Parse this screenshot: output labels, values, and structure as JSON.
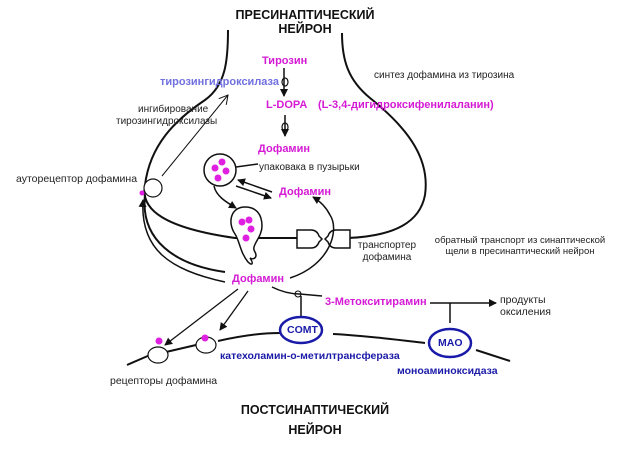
{
  "titles": {
    "presynaptic": [
      "ПРЕСИНАПТИЧЕСКИЙ",
      "НЕЙРОН"
    ],
    "postsynaptic": [
      "ПОСТСИНАПТИЧЕСКИЙ",
      "НЕЙРОН"
    ]
  },
  "chemicals": {
    "tyrosine": "Тирозин",
    "ldopa": "L-DOPA",
    "ldopa_full": "(L-3,4-дигидроксифенилаланин)",
    "dopamine_synth": "Дофамин",
    "dopamine_cytosol": "Дофамин",
    "dopamine_cleft": "Дофамин",
    "methoxytyramine": "3-Метокситирамин"
  },
  "enzymes": {
    "tyrosine_hydroxylase": "тирозингидроксилаза",
    "comt_abbr": "COMT",
    "comt_full": "катехоламин-о-метилтрансфераза",
    "mao_abbr": "MAO",
    "mao_full": "моноаминоксидаза"
  },
  "notes": {
    "synthesis": "синтез дофамина из тирозина",
    "inhibition": [
      "ингибирование",
      "тирозингидроксилазы"
    ],
    "autoreceptor": "ауторецептор дофамина",
    "packaging": "упаковака в пузырьки",
    "transporter": [
      "транспортер",
      "дофамина"
    ],
    "reuptake": [
      "обратный транспорт из синаптической",
      "щели в пресинаптический нейрон"
    ],
    "oxidation_products": [
      "продукты",
      "оксиления"
    ],
    "receptors": "рецепторы дофамина"
  },
  "colors": {
    "chemical": "#d41ad4",
    "enzyme": "#1a1aa8",
    "enzyme_light": "#7070e0",
    "line": "#111111"
  }
}
